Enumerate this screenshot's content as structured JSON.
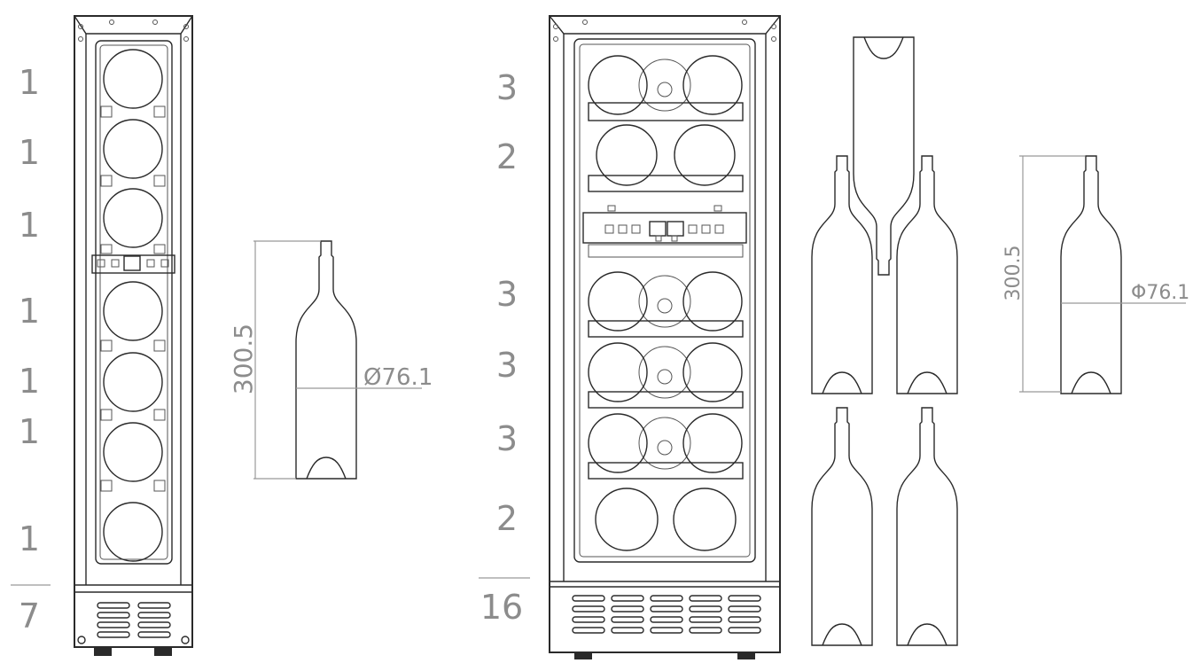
{
  "left_unit": {
    "row_counts": [
      "1",
      "1",
      "1",
      "1",
      "1",
      "1",
      "1"
    ],
    "total": "7"
  },
  "right_unit": {
    "row_counts": [
      "3",
      "2",
      "3",
      "3",
      "3",
      "2"
    ],
    "total": "16"
  },
  "bottle_left": {
    "height_label": "300.5",
    "diameter_label": "Ø76.1"
  },
  "bottle_right": {
    "height_label": "300.5",
    "diameter_label": "Φ76.1"
  }
}
